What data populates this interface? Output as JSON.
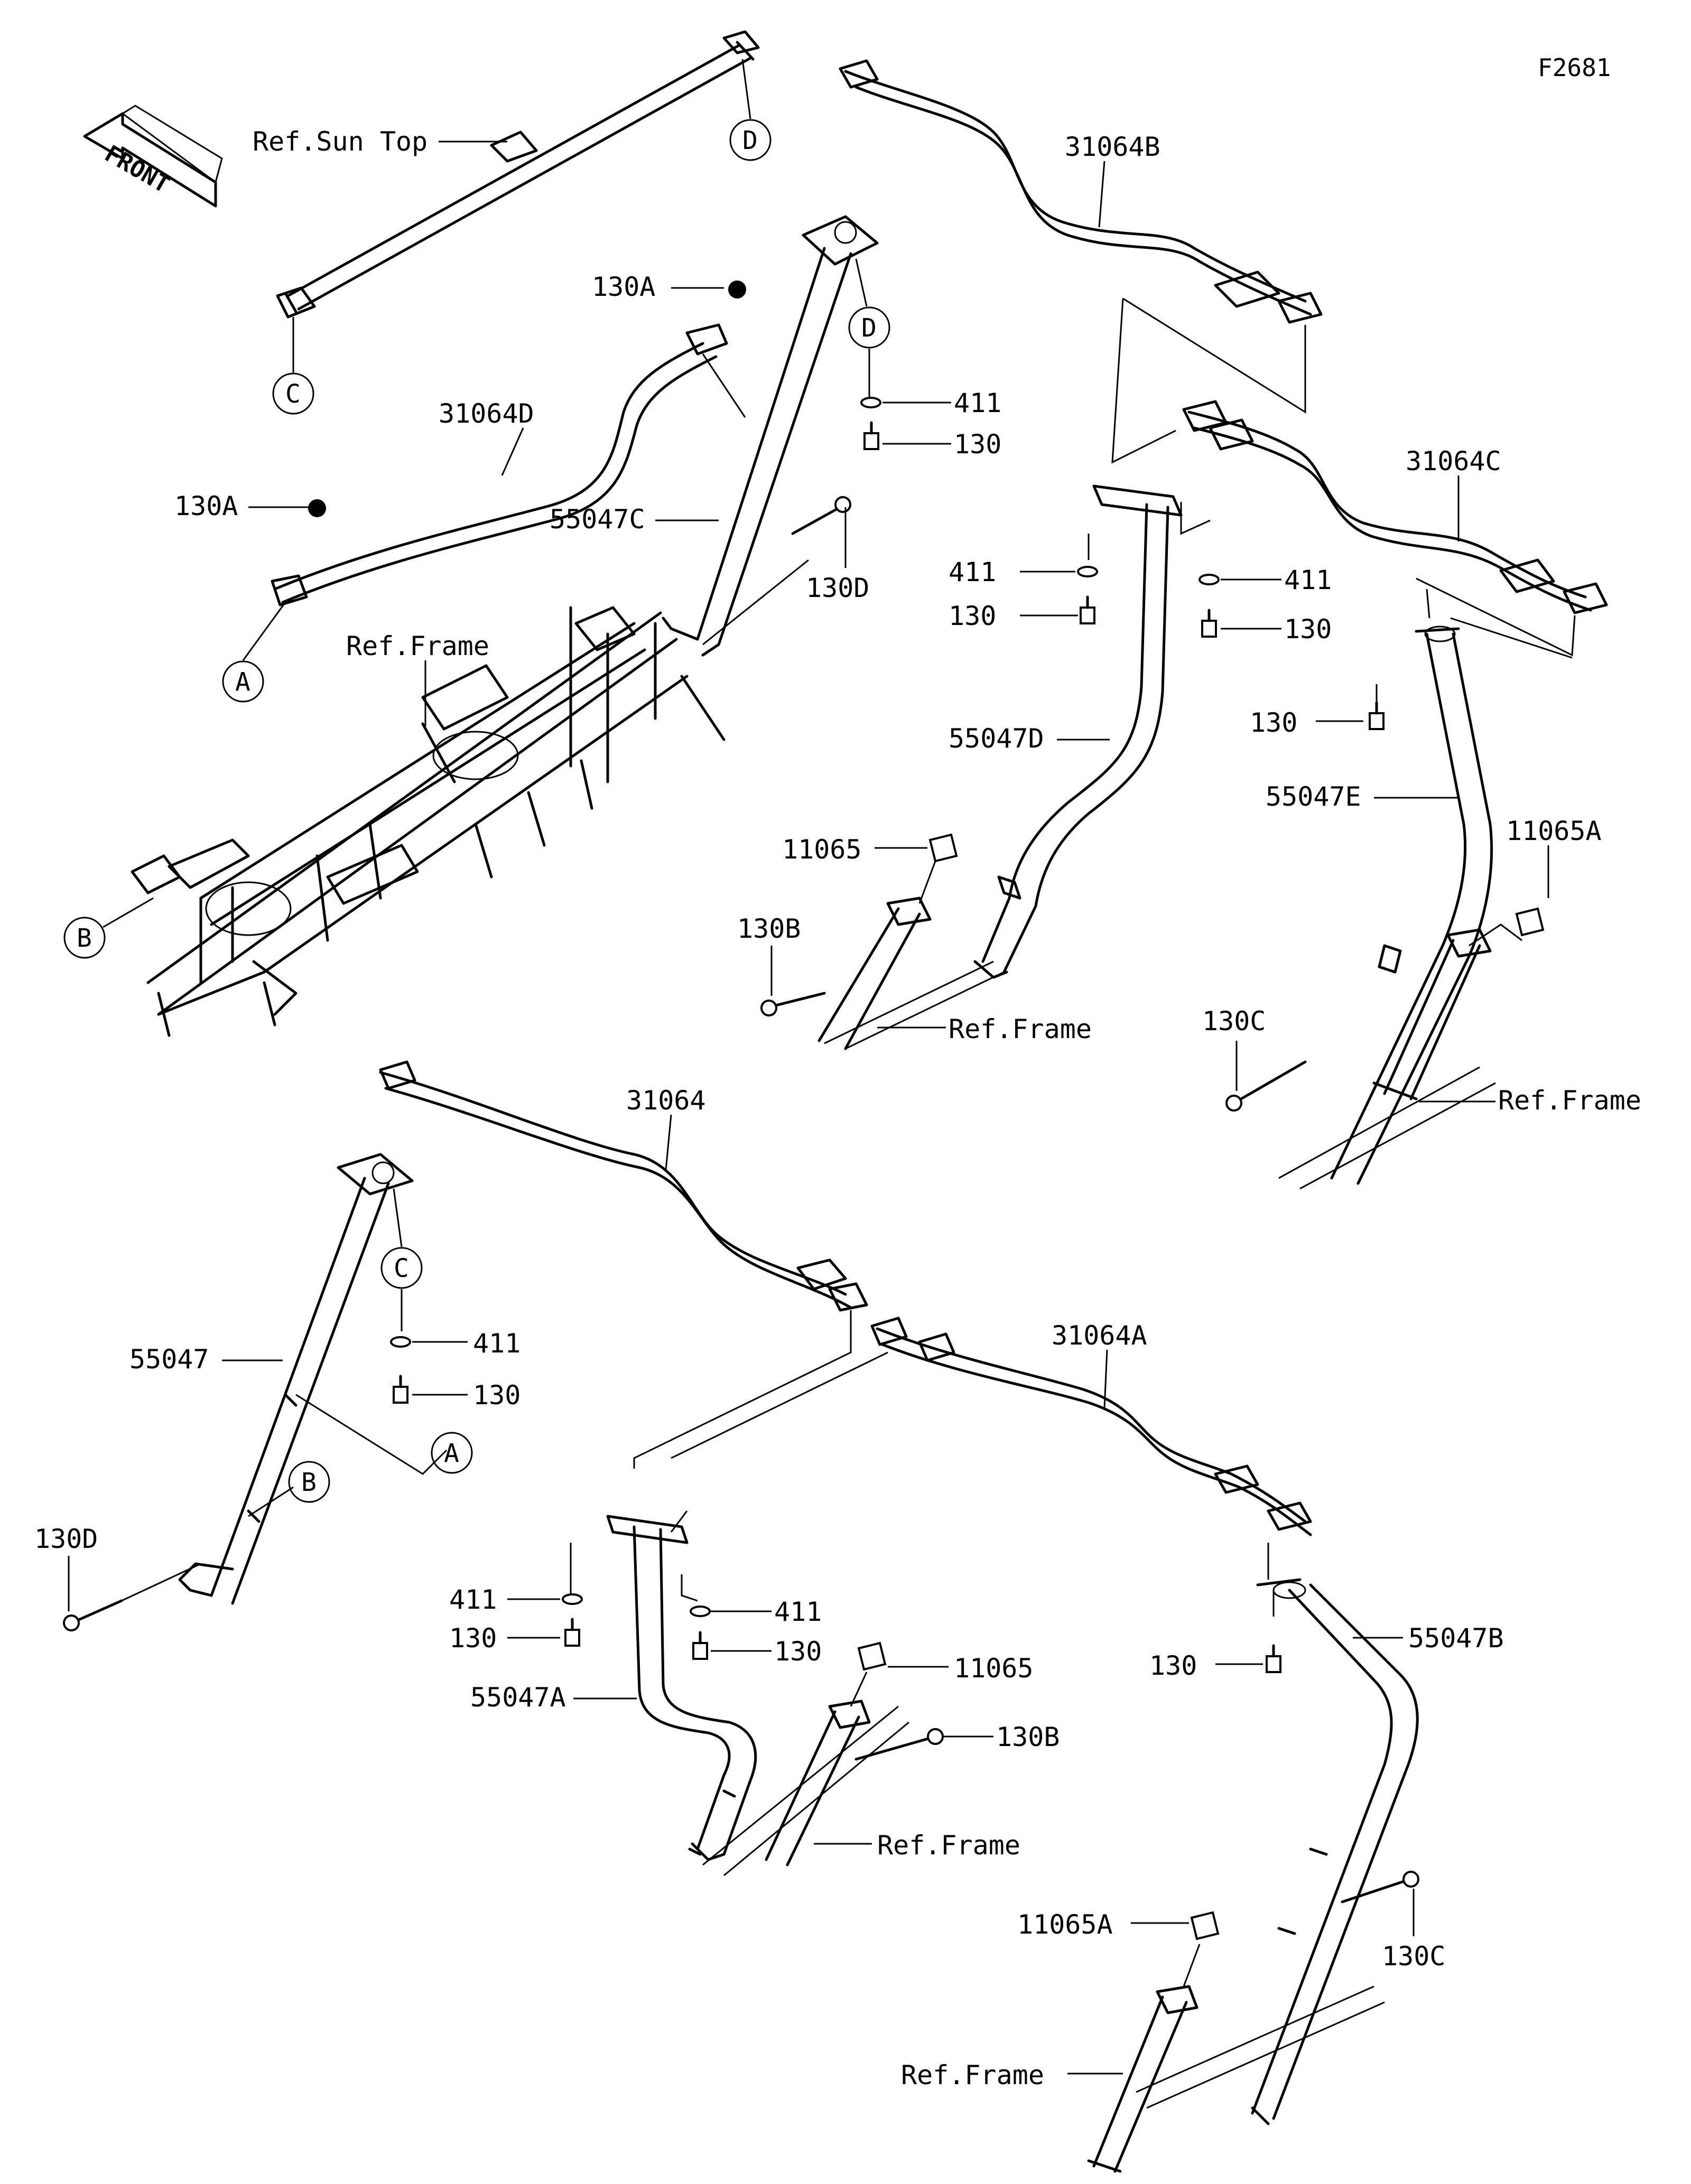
{
  "figure_id": "F2681",
  "front_label": "FRONT",
  "labels": {
    "ref_sun_top": "Ref.Sun Top",
    "ref_frame": "Ref.Frame",
    "p31064": "31064",
    "p31064A": "31064A",
    "p31064B": "31064B",
    "p31064C": "31064C",
    "p31064D": "31064D",
    "p55047": "55047",
    "p55047A": "55047A",
    "p55047B": "55047B",
    "p55047C": "55047C",
    "p55047D": "55047D",
    "p55047E": "55047E",
    "p11065": "11065",
    "p11065A": "11065A",
    "p411": "411",
    "p130": "130",
    "p130A": "130A",
    "p130B": "130B",
    "p130C": "130C",
    "p130D": "130D"
  },
  "callouts": {
    "A": "A",
    "B": "B",
    "C": "C",
    "D": "D"
  }
}
